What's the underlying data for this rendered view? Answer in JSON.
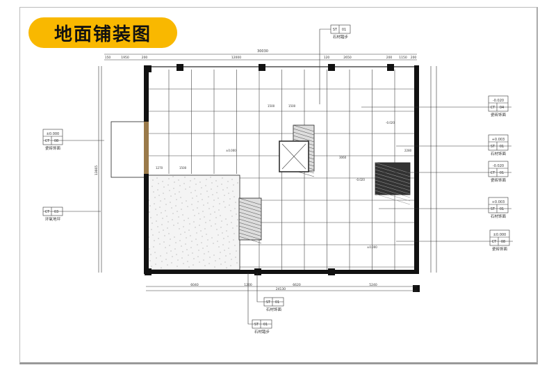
{
  "title": "地面铺装图",
  "colors": {
    "title_bg": "#f9b800",
    "line": "#222222"
  },
  "dimensions": {
    "top_total": "30030",
    "top_segments": [
      "150",
      "1950",
      "200",
      "12000",
      "120",
      "2650",
      "200",
      "1150",
      "200"
    ],
    "bottom_total": "24130",
    "bottom_segments": [
      "6040",
      "1200",
      "6620",
      "5240"
    ],
    "left_total": "13665",
    "inner": [
      "1500",
      "1500",
      "1270",
      "1500",
      "3060",
      "2280"
    ]
  },
  "tags": [
    {
      "id": "top",
      "elev": "",
      "code": "ST",
      "num": "01",
      "desc": "石材踏步"
    },
    {
      "id": "left1",
      "elev": "±0.000",
      "code": "CT",
      "num": "08",
      "desc": "瓷砖饰面"
    },
    {
      "id": "left2",
      "elev": "",
      "code": "CT",
      "num": "03",
      "desc": "环氧地坪"
    },
    {
      "id": "right1",
      "elev": "-0.020",
      "code": "CT",
      "num": "04",
      "desc": "瓷砖饰面"
    },
    {
      "id": "right2",
      "elev": "+0.003",
      "code": "ST",
      "num": "01",
      "desc": "石材饰面"
    },
    {
      "id": "right3",
      "elev": "-0.020",
      "code": "CT",
      "num": "01",
      "desc": "瓷砖饰面"
    },
    {
      "id": "right4",
      "elev": "+0.003",
      "code": "ST",
      "num": "01",
      "desc": "石材饰面"
    },
    {
      "id": "right5",
      "elev": "±0.000",
      "code": "CT",
      "num": "08",
      "desc": "瓷砖饰面"
    },
    {
      "id": "bottom1",
      "elev": "",
      "code": "ST",
      "num": "01",
      "desc": "石材饰面"
    },
    {
      "id": "bottom2",
      "elev": "",
      "code": "ST",
      "num": "01",
      "desc": "石材踏步"
    }
  ],
  "levels": [
    "±0.000",
    "-0.020",
    "-0.020",
    "±0.000"
  ]
}
